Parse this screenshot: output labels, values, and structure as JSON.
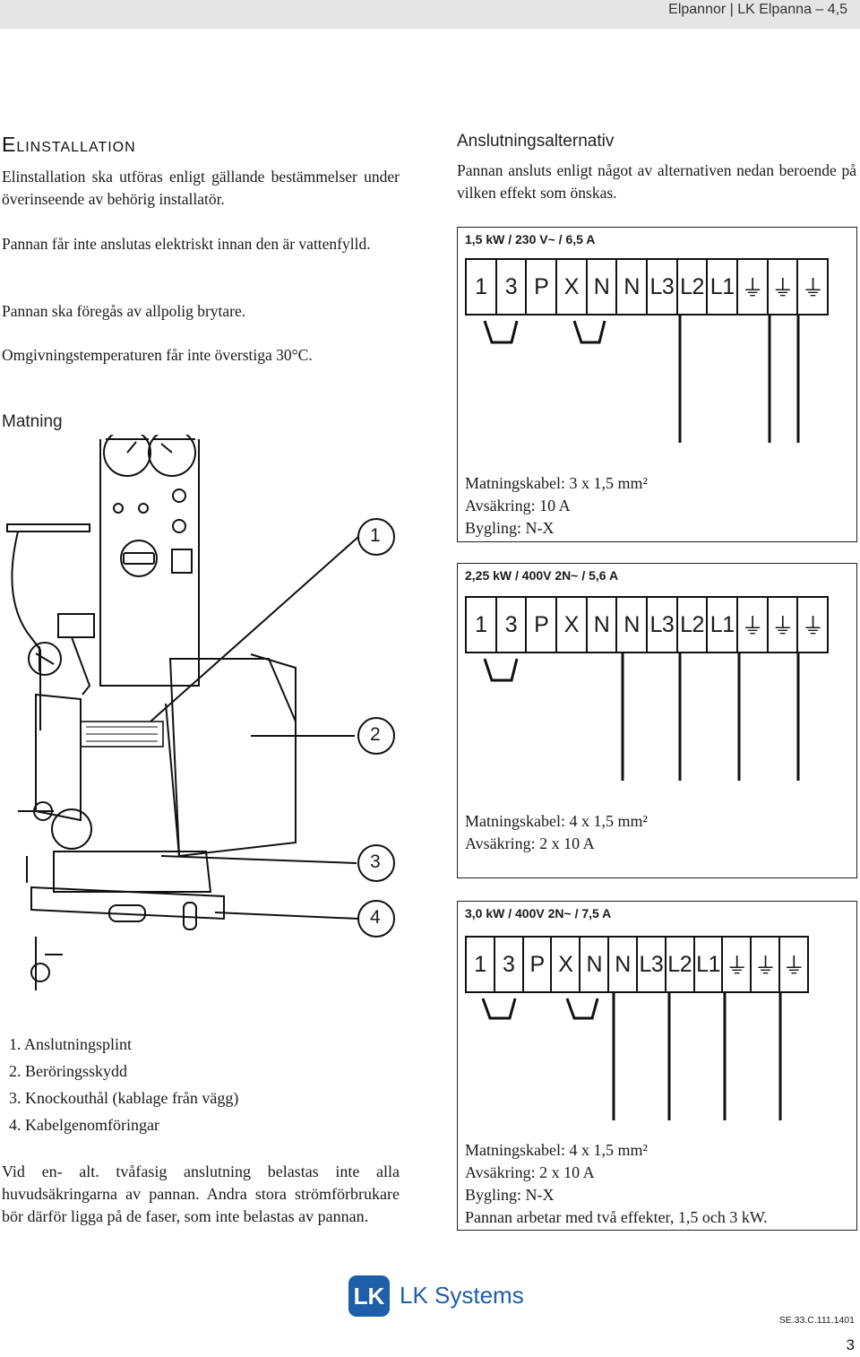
{
  "header": {
    "title": "Elpannor | LK Elpanna – 4,5"
  },
  "section_title": "Elinstallation",
  "paragraphs": [
    "Elinstallation ska utföras enligt gällande bestämmelser under överinseende av behörig installatör.",
    "Pannan får inte anslutas elektriskt innan den är vattenfylld.",
    "Pannan ska föregås av allpolig brytare.",
    "Omgivningstemperaturen får inte överstiga 30°C."
  ],
  "matning_heading": "Matning",
  "alt_heading": "Anslutningsalternativ",
  "alt_intro": "Pannan ansluts enligt något av alternativen nedan beroende på vilken effekt som önskas.",
  "terminals": [
    "1",
    "3",
    "P",
    "X",
    "N",
    "N",
    "L3",
    "L2",
    "L1"
  ],
  "options": [
    {
      "title": "1,5 kW / 230 V~ / 6,5 A",
      "cable": "Matningskabel: 3 x 1,5 mm²",
      "fuse": "Avsäkring: 10 A",
      "bridge": "Bygling: N-X"
    },
    {
      "title": "2,25 kW / 400V 2N~ / 5,6 A",
      "cable": "Matningskabel: 4 x 1,5 mm²",
      "fuse": "Avsäkring: 2 x 10 A"
    },
    {
      "title": "3,0 kW / 400V 2N~ / 7,5 A",
      "cable": "Matningskabel: 4 x 1,5 mm²",
      "fuse": "Avsäkring: 2 x 10 A",
      "bridge": "Bygling: N-X",
      "note": "Pannan arbetar med två effekter, 1,5 och 3 kW."
    }
  ],
  "callouts": [
    "1",
    "2",
    "3",
    "4"
  ],
  "legend": [
    "1. Anslutningsplint",
    "2. Beröringsskydd",
    "3. Knockouthål (kablage från vägg)",
    "4. Kabelgenomföringar"
  ],
  "note": "Vid en- alt. tvåfasig anslutning belastas inte alla huvudsäkringarna av pannan. Andra stora strömförbrukare bör därför ligga på de faser, som inte belastas av pannan.",
  "footer": {
    "brand": "LK Systems",
    "logo_letters": "LK",
    "doc_code": "SE.33.C.111.1401",
    "page": "3"
  }
}
